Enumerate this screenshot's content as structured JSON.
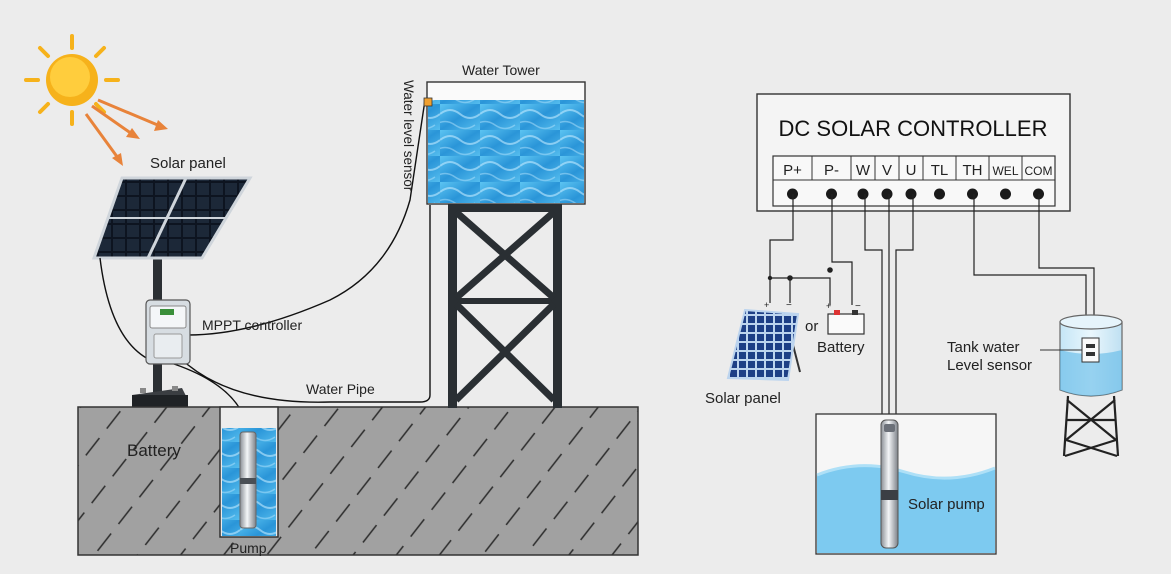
{
  "left_diagram": {
    "solar_panel_label": "Solar panel",
    "mppt_label": "MPPT controller",
    "water_tower_label": "Water Tower",
    "sensor_label": "Water level sensor",
    "pipe_label": "Water Pipe",
    "battery_label": "Battery",
    "pump_label": "Pump"
  },
  "right_diagram": {
    "controller_title": "DC SOLAR CONTROLLER",
    "terminals": [
      "P+",
      "P-",
      "W",
      "V",
      "U",
      "TL",
      "TH",
      "WEL",
      "COM"
    ],
    "solar_panel_label": "Solar panel",
    "or_label": "or",
    "battery_label": "Battery",
    "tank_sensor_line1": "Tank water",
    "tank_sensor_line2": "Level sensor",
    "pump_label": "Solar pump"
  },
  "colors": {
    "background": "#ececec",
    "ground": "#9d9d9d",
    "water": "#3aa6e0",
    "tower_steel": "#2a2f33",
    "sun": "#f6b21b",
    "ray": "#e8833a"
  }
}
